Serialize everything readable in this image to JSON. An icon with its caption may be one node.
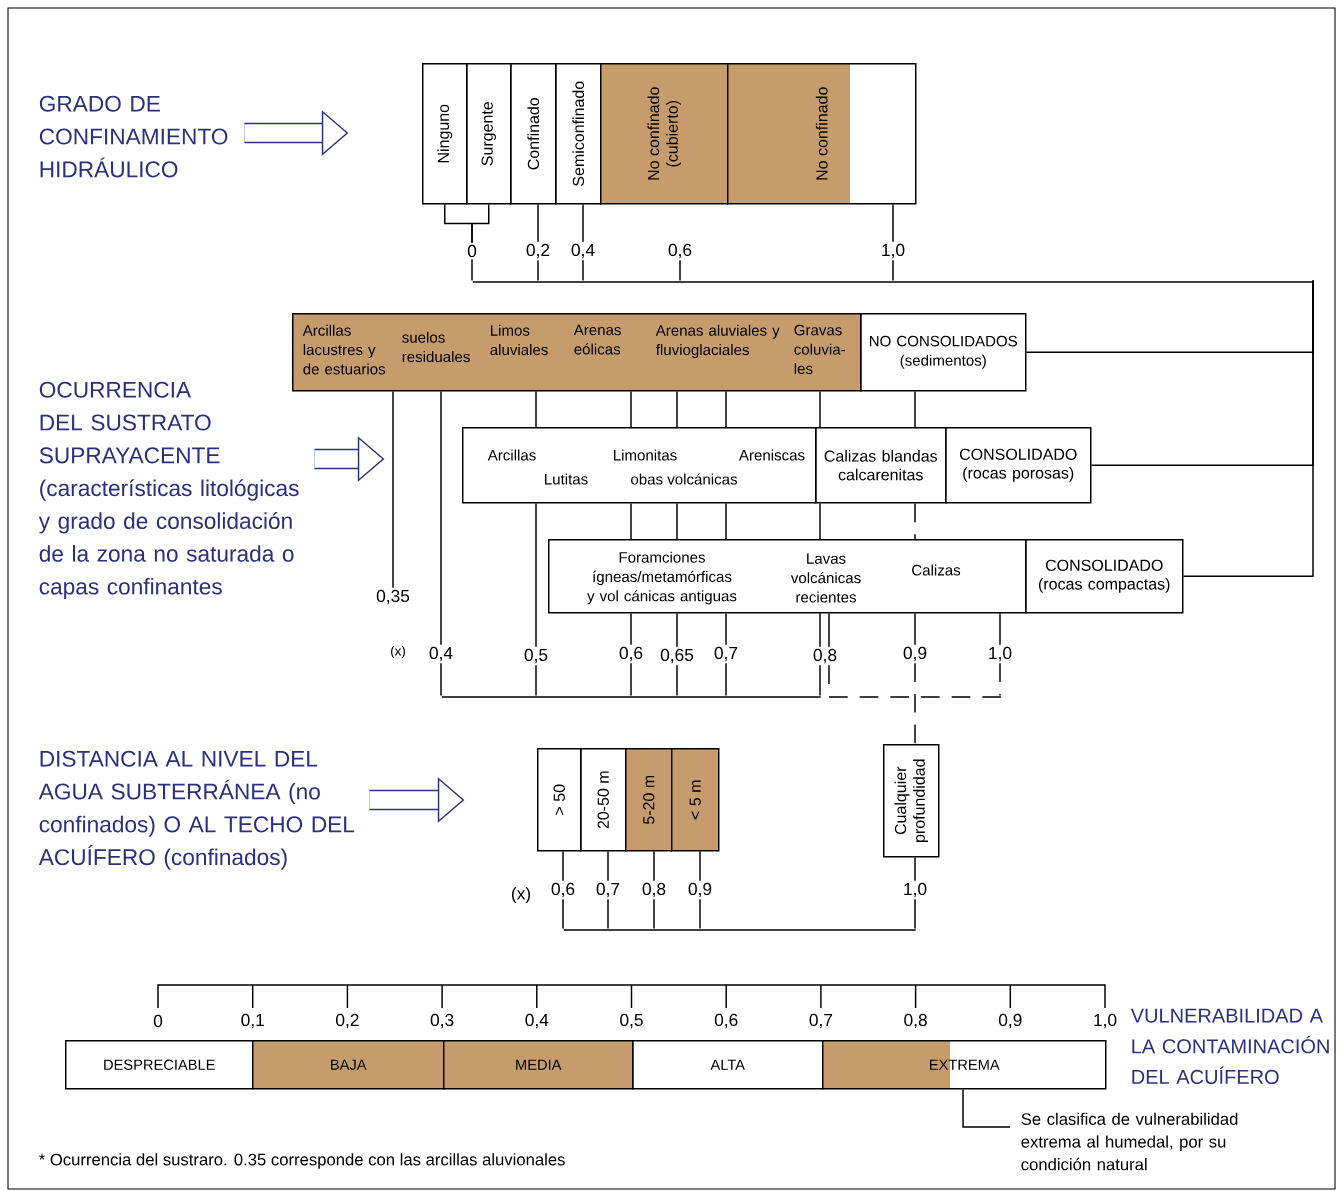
{
  "diagram": {
    "nodes": [
      {
        "text": [
          "GRADO DE CONFINAMIENTO HIDRÁULICO"
        ]
      },
      {
        "text": [
          "Ninguno"
        ]
      },
      {
        "text": [
          "Surgente"
        ]
      },
      {
        "text": [
          "Confinado"
        ]
      },
      {
        "text": [
          "Semiconfinado"
        ]
      },
      {
        "text": [
          "No confinado (cubierto)"
        ]
      },
      {
        "text": [
          "No confinado"
        ]
      },
      {
        "text": [
          "0"
        ]
      },
      {
        "text": [
          "0,2"
        ]
      },
      {
        "text": [
          "0,4"
        ]
      },
      {
        "text": [
          "0,6"
        ]
      },
      {
        "text": [
          "1,0"
        ]
      },
      {
        "text": [],
        "shape": "bar"
      },
      {
        "text": [
          "OCURRENCIA DEL SUSTRATO SUPRAYACENTE (características litológicas y grado de consolidación de la zona no saturada o capas confinantes"
        ]
      },
      {
        "text": [
          "Arcillas lacustres y de estuarios",
          "suelos residuales",
          "Limos aluviales",
          "Arenas eólicas",
          "Arenas aluviales y fluvioglaciales",
          "Gravas coluvia- les"
        ]
      },
      {
        "text": [
          "NO CONSOLIDADOS (sedimentos)"
        ]
      },
      {
        "text": [
          "Arcillas",
          "Lutitas",
          "Limonitas",
          "obas volcánicas",
          "Areniscas"
        ]
      },
      {
        "text": [
          "Calizas blandas calcarenitas"
        ]
      },
      {
        "text": [
          "CONSOLIDADO (rocas porosas)"
        ]
      },
      {
        "text": [
          "Foramciones ígneas/metamórficas y vol cánicas antiguas",
          "Lavas volcánicas recientes",
          "Calizas"
        ]
      },
      {
        "text": [
          "CONSOLIDADO (rocas compactas)"
        ]
      },
      {
        "text": [
          "0,35"
        ]
      },
      {
        "text": [
          "0,4"
        ]
      },
      {
        "text": [
          "0,5"
        ]
      },
      {
        "text": [
          "0,6"
        ]
      },
      {
        "text": [
          "0,65"
        ]
      },
      {
        "text": [
          "0,7"
        ]
      },
      {
        "text": [
          "0,8"
        ]
      },
      {
        "text": [
          "0,9"
        ]
      },
      {
        "text": [
          "1,0"
        ]
      },
      {
        "text": [],
        "shape": "bar"
      },
      {
        "text": [],
        "shape": "bar"
      },
      {
        "text": [
          "DISTANCIA AL NIVEL DEL AGUA SUBTERRÁNEA (no confinados) O AL TECHO DEL ACUÍFERO (confinados)"
        ]
      },
      {
        "text": [
          "> 50"
        ]
      },
      {
        "text": [
          "20-50 m"
        ]
      },
      {
        "text": [
          "5-20 m"
        ]
      },
      {
        "text": [
          "< 5 m"
        ]
      },
      {
        "text": [
          "Cualquier profundidad"
        ]
      },
      {
        "text": [
          "0,6"
        ]
      },
      {
        "text": [
          "0,7"
        ]
      },
      {
        "text": [
          "0,8"
        ]
      },
      {
        "text": [
          "0,9"
        ]
      },
      {
        "text": [
          "1,0"
        ]
      },
      {
        "text": [],
        "shape": "bar"
      },
      {
        "text": [
          "VULNERABILIDAD A LA CONTAMINACIÓN DEL ACUÍFERO"
        ]
      },
      {
        "text": [
          "DESPRECIABLE"
        ]
      },
      {
        "text": [
          "BAJA"
        ]
      },
      {
        "text": [
          "MEDIA"
        ]
      },
      {
        "text": [
          "ALTA"
        ]
      },
      {
        "text": [
          "EXTREMA"
        ]
      },
      {
        "text": [
          "Se clasifica de vulnerabilidad extrema al humedal, por su condición natural"
        ]
      }
    ],
    "edges": [
      {
        "from": 0,
        "to": null,
        "arrow": "to",
        "style": "thick",
        "color": "#2b2f7e"
      },
      {
        "from": 13,
        "to": null,
        "arrow": "to",
        "style": "thick",
        "color": "#2b2f7e"
      },
      {
        "from": 32,
        "to": null,
        "arrow": "to",
        "style": "thick",
        "color": "#2b2f7e"
      },
      {
        "from": 1,
        "to": 7,
        "arrow": "none"
      },
      {
        "from": 2,
        "to": 7,
        "arrow": "none"
      },
      {
        "from": 3,
        "to": 8,
        "arrow": "none"
      },
      {
        "from": 4,
        "to": 9,
        "arrow": "none"
      },
      {
        "from": 6,
        "to": 11,
        "arrow": "none"
      },
      {
        "from": 7,
        "to": 12,
        "arrow": "none"
      },
      {
        "from": 8,
        "to": 12,
        "arrow": "none"
      },
      {
        "from": 9,
        "to": 12,
        "arrow": "none"
      },
      {
        "from": 10,
        "to": 12,
        "arrow": "none"
      },
      {
        "from": 11,
        "to": 12,
        "arrow": "none"
      },
      {
        "from": 15,
        "to": 12,
        "arrow": "none"
      },
      {
        "from": 18,
        "to": 12,
        "arrow": "none"
      },
      {
        "from": 20,
        "to": 12,
        "arrow": "none"
      },
      {
        "from": 14,
        "to": 21,
        "arrow": "none"
      },
      {
        "from": 14,
        "to": 22,
        "arrow": "none"
      },
      {
        "from": 14,
        "to": 16,
        "arrow": "none"
      },
      {
        "from": 16,
        "to": 23,
        "arrow": "none"
      },
      {
        "from": 14,
        "to": 16,
        "arrow": "none"
      },
      {
        "from": 16,
        "to": 19,
        "arrow": "none"
      },
      {
        "from": 19,
        "to": 24,
        "arrow": "none"
      },
      {
        "from": 14,
        "to": 16,
        "arrow": "none"
      },
      {
        "from": 16,
        "to": 19,
        "arrow": "none"
      },
      {
        "from": 19,
        "to": 25,
        "arrow": "none"
      },
      {
        "from": 14,
        "to": 16,
        "arrow": "none"
      },
      {
        "from": 16,
        "to": 19,
        "arrow": "none"
      },
      {
        "from": 19,
        "to": 26,
        "arrow": "none"
      },
      {
        "from": 14,
        "to": 17,
        "arrow": "none"
      },
      {
        "from": 17,
        "to": 19,
        "arrow": "none"
      },
      {
        "from": 19,
        "to": 27,
        "arrow": "none"
      },
      {
        "from": 19,
        "to": 27,
        "arrow": "none"
      },
      {
        "from": 15,
        "to": 17,
        "arrow": "none"
      },
      {
        "from": 17,
        "to": 19,
        "arrow": "none",
        "style": "dashed"
      },
      {
        "from": 19,
        "to": 28,
        "arrow": "none"
      },
      {
        "from": 19,
        "to": 29,
        "arrow": "none"
      },
      {
        "from": 22,
        "to": 30,
        "arrow": "none"
      },
      {
        "from": 23,
        "to": 30,
        "arrow": "none"
      },
      {
        "from": 24,
        "to": 30,
        "arrow": "none"
      },
      {
        "from": 25,
        "to": 30,
        "arrow": "none"
      },
      {
        "from": 26,
        "to": 30,
        "arrow": "none"
      },
      {
        "from": 27,
        "to": 30,
        "arrow": "none"
      },
      {
        "from": 27,
        "to": 31,
        "arrow": "none",
        "style": "dashed"
      },
      {
        "from": 29,
        "to": 31,
        "arrow": "none",
        "style": "dashed"
      },
      {
        "from": 28,
        "to": 37,
        "arrow": "none",
        "style": "dashed"
      },
      {
        "from": 33,
        "to": 38,
        "arrow": "none"
      },
      {
        "from": 34,
        "to": 39,
        "arrow": "none"
      },
      {
        "from": 35,
        "to": 40,
        "arrow": "none"
      },
      {
        "from": 36,
        "to": 41,
        "arrow": "none"
      },
      {
        "from": 37,
        "to": 42,
        "arrow": "none"
      },
      {
        "from": 38,
        "to": 43,
        "arrow": "none"
      },
      {
        "from": 39,
        "to": 43,
        "arrow": "none"
      },
      {
        "from": 40,
        "to": 43,
        "arrow": "none"
      },
      {
        "from": 41,
        "to": 43,
        "arrow": "none"
      },
      {
        "from": 42,
        "to": 43,
        "arrow": "none"
      },
      {
        "from": 50,
        "to": 49,
        "arrow": "none"
      }
    ],
    "labels": [
      "(x)",
      "(x)",
      "0",
      "0,1",
      "0,2",
      "0,3",
      "0,4",
      "0,5",
      "0,6",
      "0,7",
      "0,8",
      "0,9",
      "1,0",
      "* Ocurrencia del sustraro. 0.35 corresponde con las arcillas aluvionales"
    ]
  }
}
